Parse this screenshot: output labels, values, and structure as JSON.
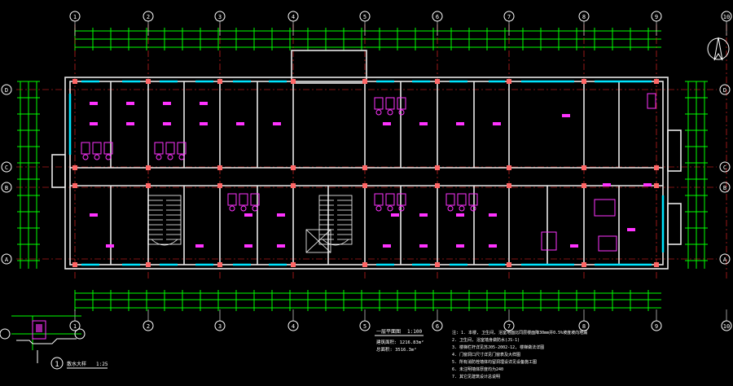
{
  "drawing": {
    "grid_top": [
      "1",
      "2",
      "3",
      "4",
      "5",
      "6",
      "7",
      "8",
      "9",
      "10"
    ],
    "grid_bottom": [
      "1",
      "2",
      "3",
      "4",
      "5",
      "6",
      "7",
      "8",
      "9",
      "10"
    ],
    "grid_side": [
      "D",
      "C",
      "B",
      "A"
    ],
    "scale_text": "1:100",
    "plan_title": "一层平面图",
    "area_line_1": "建筑面积: 1216.83m²",
    "area_line_2": "总面积: 3516.3m²",
    "notes": [
      "注: 1. 本楼, 卫生间, 浴室地面比同层楼面降30mm并0.5%坡度坡向地漏",
      "     2. 卫生间, 浴室墙身做防水(JS-1)",
      "     3. 楼梯栏杆详见苏J05-2002-12, 楼梯做法详图",
      "     4. 门窗洞口尺寸详见门窗表及大样图",
      "     5. 所有消防栓墙体均留洞埋设详见设备施工图",
      "     6. 未注明墙体厚度均为240",
      "     7. 其它见建筑设计总说明"
    ],
    "detail_number": "1",
    "detail_title": "散水大样",
    "detail_scale": "1:25",
    "colors": {
      "wall": "#e8e8e8",
      "grid_line": "#ff2a2a",
      "dimension": "#00ff00",
      "room_label": "#ff33ff",
      "window": "#00e5ff",
      "text": "#ffffff",
      "background": "#000000"
    }
  }
}
